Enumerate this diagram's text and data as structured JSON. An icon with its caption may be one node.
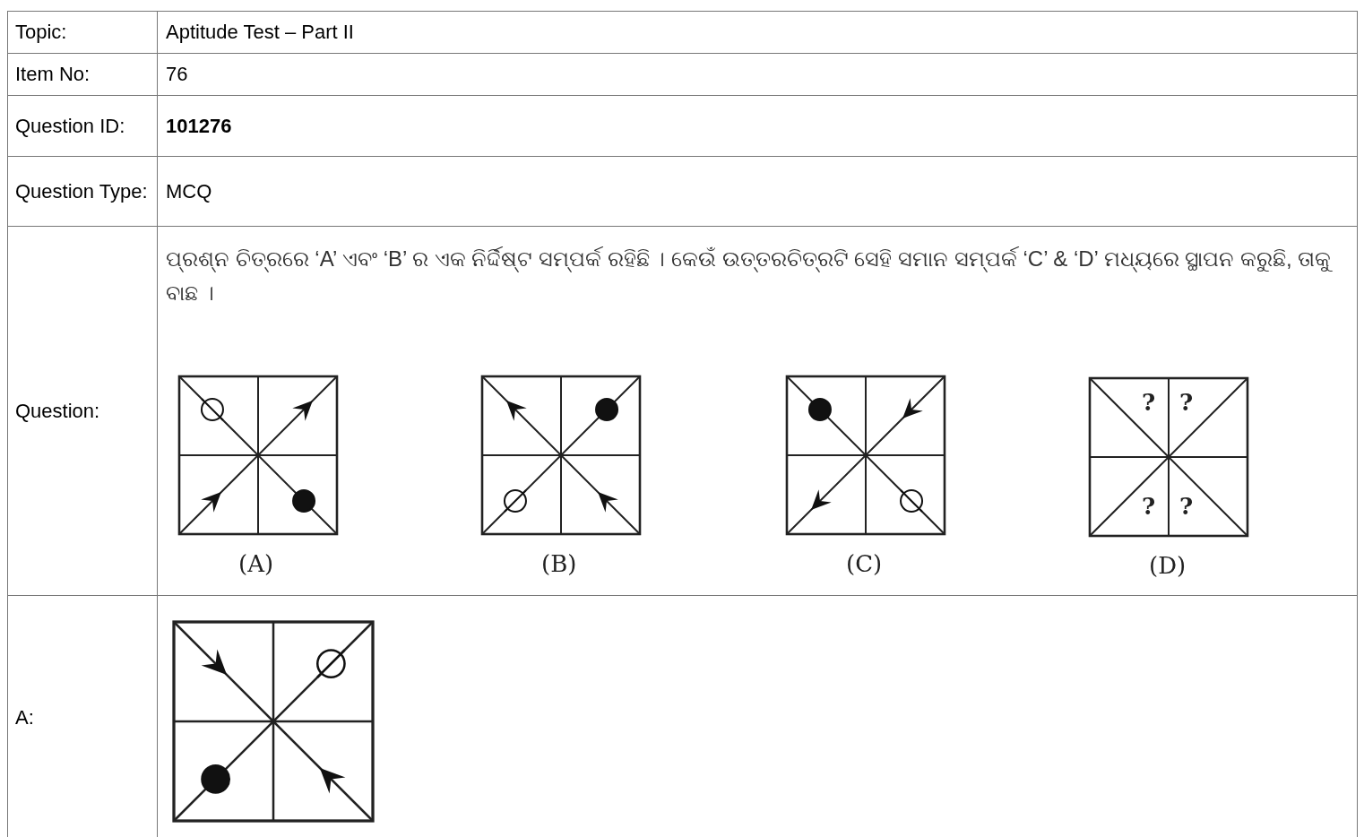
{
  "diagram": {
    "labels": [
      "Topic:",
      "Aptitude Test – Part II",
      "Item No:",
      "76",
      "Question ID:",
      "101276",
      "Question Type:",
      "MCQ",
      "Question:",
      "ପ୍ରଶ୍ନ ଚିତ୍ରରେ ‘A’ ଏବଂ ‘B’ ର ଏକ ନିର୍ଦ୍ଦିଷ୍ଟ ସମ୍ପର୍କ ରହିଛି । କେଉଁ ଉତ୍ତରଚିତ୍ରଟି ସେହି ସମାନ ସମ୍ପର୍କ ‘C’ & ‘D’ ମଧ୍ୟରେ ସ୍ଥାପନ କରୁଛି, ତାକୁ ବାଛ ।",
      "?",
      "?",
      "?",
      "?",
      "(A)",
      "(B)",
      "(C)",
      "(D)",
      "A:"
    ]
  }
}
